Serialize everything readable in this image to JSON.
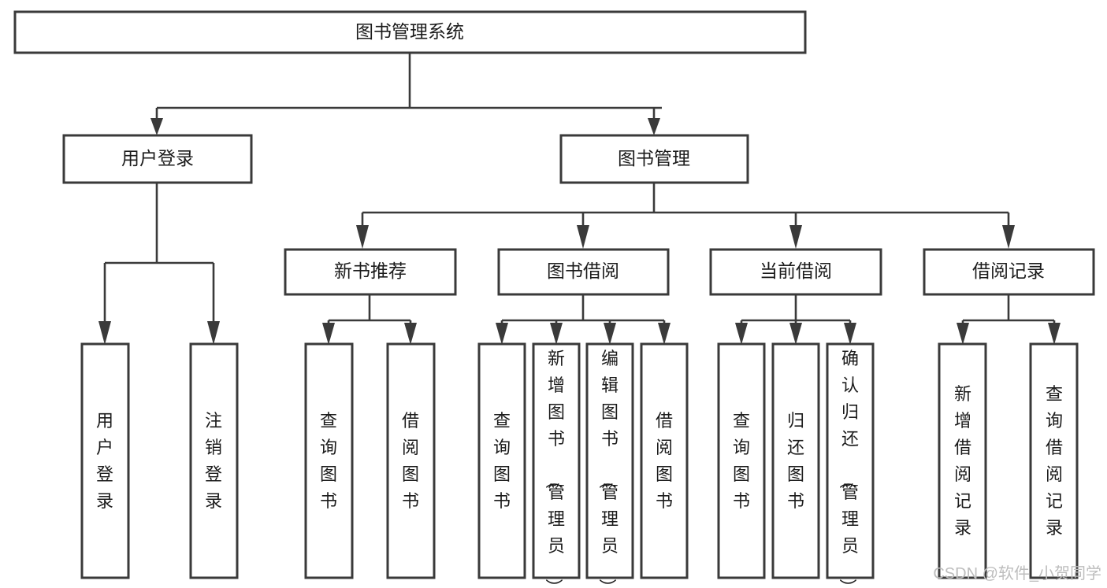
{
  "diagram": {
    "type": "tree-hierarchy",
    "title": "图书管理系统",
    "watermark": "CSDN @软件_小贺同学",
    "colors": {
      "box_stroke": "#3a3a3a",
      "box_fill": "#ffffff",
      "text": "#1b1b1b",
      "connector": "#3a3a3a",
      "watermark": "#bdbdbd",
      "background": "#ffffff"
    },
    "root": {
      "id": "root",
      "label": "图书管理系统"
    },
    "level2": [
      {
        "id": "user-login",
        "label": "用户登录"
      },
      {
        "id": "book-management",
        "label": "图书管理"
      }
    ],
    "level3": [
      {
        "id": "new-book-recommend",
        "label": "新书推荐",
        "parent": "book-management"
      },
      {
        "id": "book-borrow",
        "label": "图书借阅",
        "parent": "book-management"
      },
      {
        "id": "current-borrow",
        "label": "当前借阅",
        "parent": "book-management"
      },
      {
        "id": "borrow-record",
        "label": "借阅记录",
        "parent": "book-management"
      }
    ],
    "leaves": [
      {
        "id": "leaf-user-login",
        "label": "用户登录",
        "parent": "user-login"
      },
      {
        "id": "leaf-logout-login",
        "label": "注销登录",
        "parent": "user-login"
      },
      {
        "id": "leaf-query-book-1",
        "label": "查询图书",
        "parent": "new-book-recommend"
      },
      {
        "id": "leaf-borrow-book-1",
        "label": "借阅图书",
        "parent": "new-book-recommend"
      },
      {
        "id": "leaf-query-book-2",
        "label": "查询图书",
        "parent": "book-borrow"
      },
      {
        "id": "leaf-add-book",
        "label": "新增图书（管理员）",
        "parent": "book-borrow"
      },
      {
        "id": "leaf-edit-book",
        "label": "编辑图书（管理员）",
        "parent": "book-borrow"
      },
      {
        "id": "leaf-borrow-book-2",
        "label": "借阅图书",
        "parent": "book-borrow"
      },
      {
        "id": "leaf-query-book-3",
        "label": "查询图书",
        "parent": "current-borrow"
      },
      {
        "id": "leaf-return-book",
        "label": "归还图书",
        "parent": "current-borrow"
      },
      {
        "id": "leaf-confirm-return",
        "label": "确认归还（管理员）",
        "parent": "current-borrow"
      },
      {
        "id": "leaf-add-record",
        "label": "新增借阅记录",
        "parent": "borrow-record"
      },
      {
        "id": "leaf-query-record",
        "label": "查询借阅记录",
        "parent": "borrow-record"
      }
    ]
  }
}
